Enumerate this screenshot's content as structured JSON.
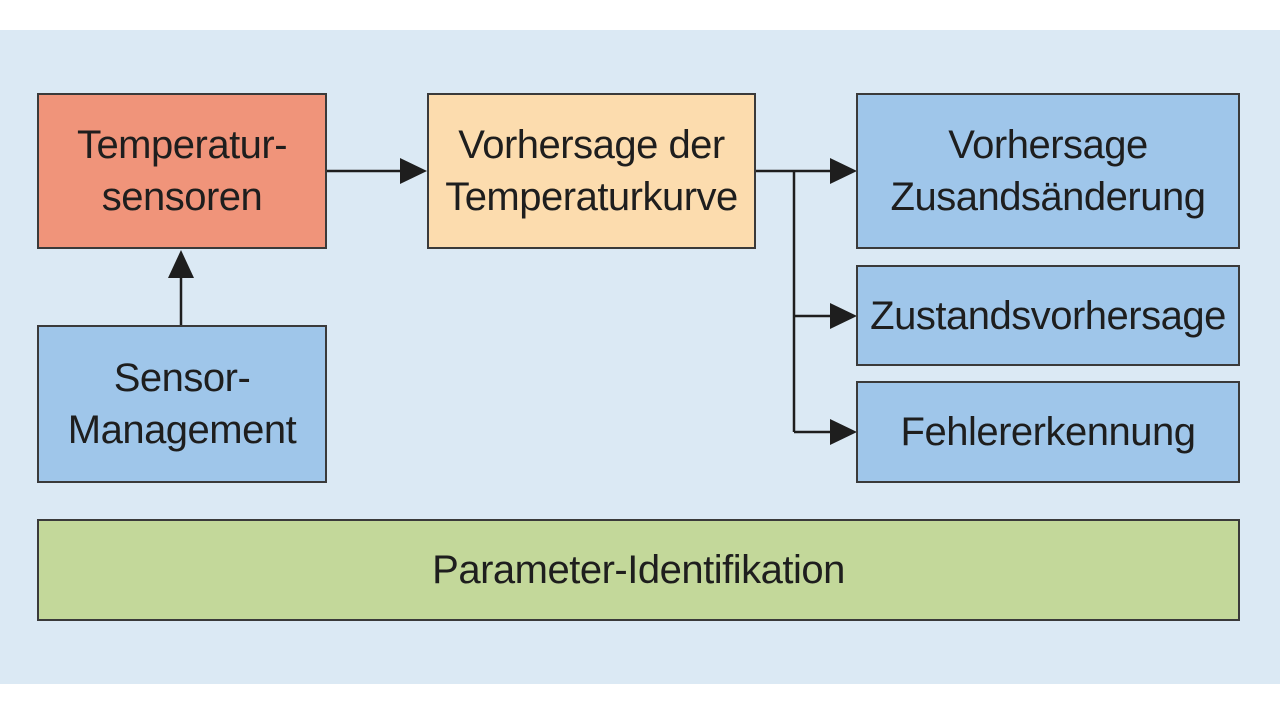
{
  "nodes": {
    "temperature_sensors": {
      "line1": "Temperatur-",
      "line2": "sensoren",
      "color": "#f0947a"
    },
    "curve_prediction": {
      "line1": "Vorhersage der",
      "line2": "Temperaturkurve",
      "color": "#fcdcae"
    },
    "state_change": {
      "line1": "Vorhersage",
      "line2": "Zusandsänderung",
      "color": "#9fc6ea"
    },
    "state_prediction": {
      "label": "Zustandsvorhersage",
      "color": "#9fc6ea"
    },
    "fault_detection": {
      "label": "Fehlererkennung",
      "color": "#9fc6ea"
    },
    "sensor_management": {
      "line1": "Sensor-",
      "line2": "Management",
      "color": "#9fc6ea"
    },
    "parameter_identification": {
      "label": "Parameter-Identifikation",
      "color": "#c3d89a"
    }
  },
  "edges": [
    {
      "from": "sensor_management",
      "to": "temperature_sensors"
    },
    {
      "from": "temperature_sensors",
      "to": "curve_prediction"
    },
    {
      "from": "curve_prediction",
      "to": "state_change"
    },
    {
      "from": "curve_prediction",
      "to": "state_prediction"
    },
    {
      "from": "curve_prediction",
      "to": "fault_detection"
    }
  ],
  "colors": {
    "background": "#dbe9f4",
    "stroke": "#1e1e1e"
  }
}
